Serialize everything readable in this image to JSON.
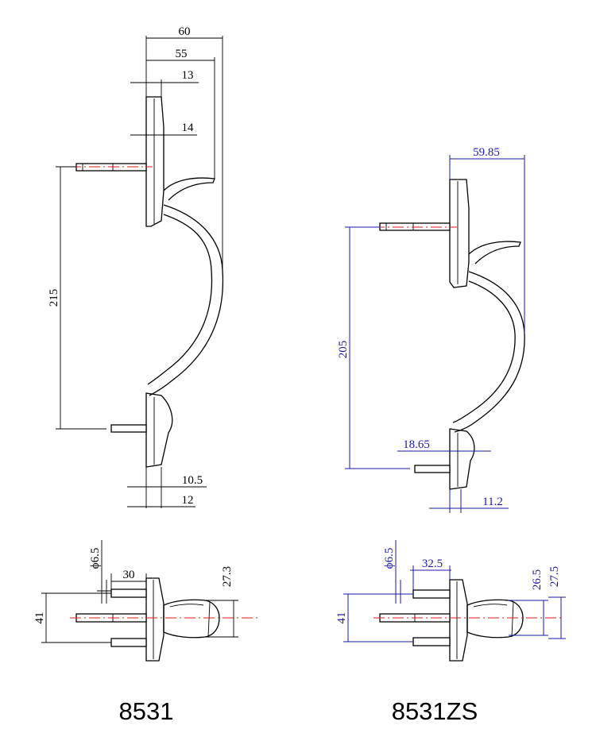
{
  "drawings": [
    {
      "model": "8531",
      "front_view": {
        "dimensions": {
          "overall_depth": "60",
          "inner_depth": "55",
          "plate_thickness": "13",
          "plate_step": "14",
          "center_distance": "215",
          "bottom_offset": "10.5",
          "bottom_plate": "12"
        }
      },
      "top_view": {
        "dimensions": {
          "pin_diameter": "ϕ6.5",
          "pin_length": "30",
          "grip_height": "27.3",
          "plate_width": "41"
        }
      }
    },
    {
      "model": "8531ZS",
      "front_view": {
        "dimensions": {
          "overall_depth": "59.85",
          "center_distance": "205",
          "bottom_offset": "18.65",
          "bottom_plate": "11.2"
        }
      },
      "top_view": {
        "dimensions": {
          "pin_diameter": "ϕ6.5",
          "pin_length": "32.5",
          "grip_height_a": "26.5",
          "grip_height_b": "27.5",
          "plate_width": "41"
        }
      }
    }
  ],
  "colors": {
    "line": "#000000",
    "centerline": "#e31a1a",
    "dimension_blue": "#1a1aa8"
  }
}
